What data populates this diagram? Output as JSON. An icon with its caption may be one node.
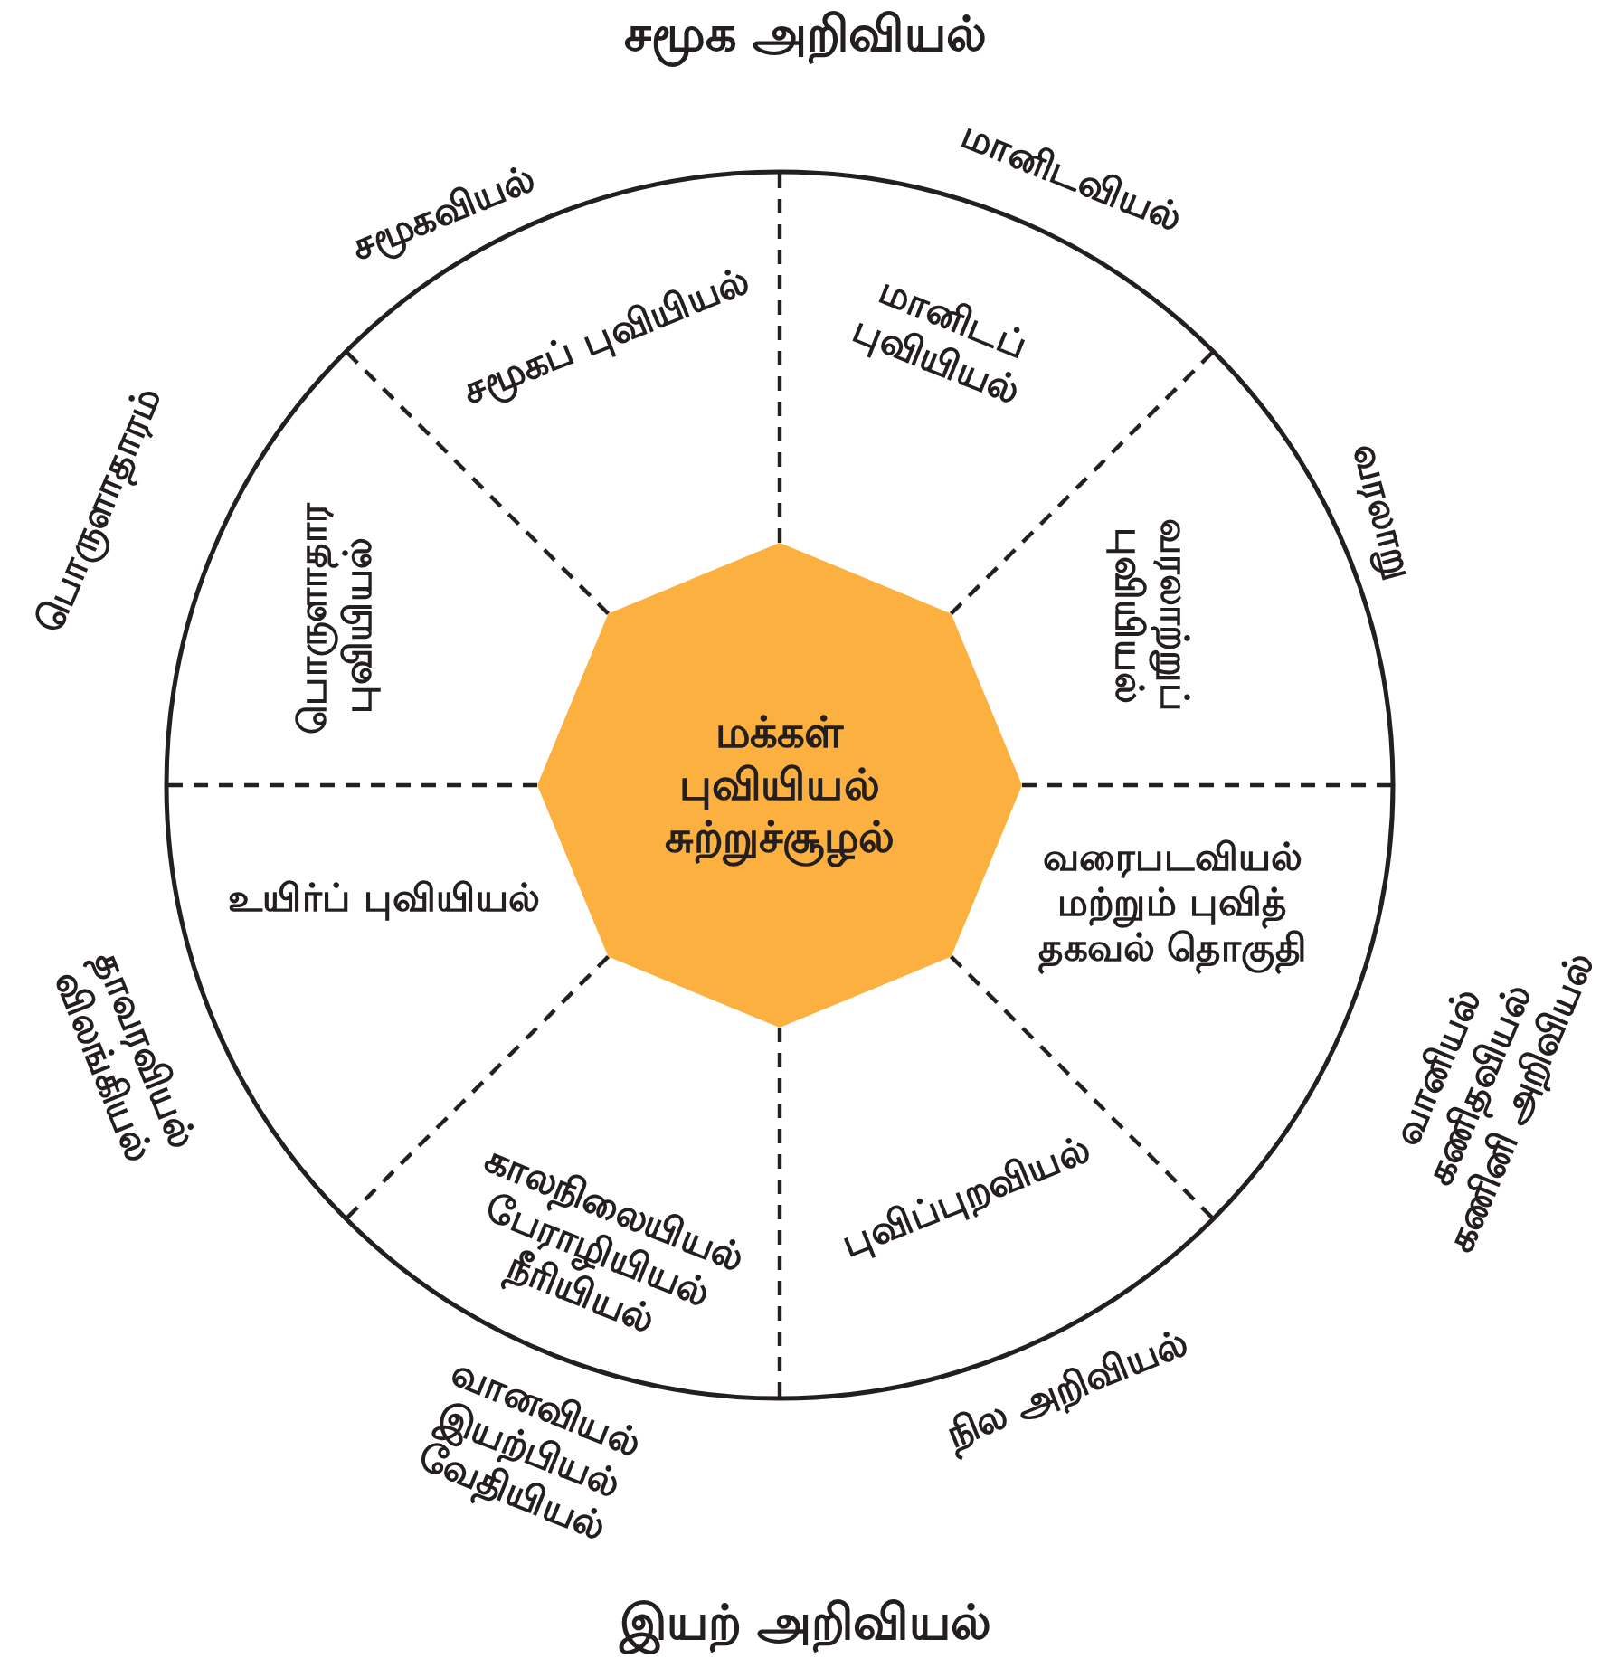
{
  "diagram": {
    "nodes": [
      {
        "text": [
          "சமூகப் புவியியல்",
          "மானிடப் புவியியல்",
          "வரலாற்றுப் புவியியல்",
          "வரைபடவியல் மற்றும் புவித் தகவல் தொகுதி",
          "புவிப்புறவியல்",
          "காலநிலையியல் பேராழியியல் நீரியியல்",
          "உயிர்ப் புவியியல்",
          "பொருளாதார புவியியல்"
        ]
      },
      {
        "text": [
          "மக்கள் புவியியல் சுற்றுச்சூழல்"
        ],
        "in": 0
      }
    ],
    "labels": [
      "சமூக அறிவியல்",
      "சமூகவியல்",
      "மானிடவியல்",
      "பொருளாதாரம்",
      "வரலாறு",
      "தாவரவியல் விலங்கியல்",
      "வானியல் கணிதவியல் கணினி அறிவியல்",
      "வானவியல் இயற்பியல் வேதியியல்",
      "நில அறிவியல்",
      "இயற் அறிவியல்"
    ]
  }
}
